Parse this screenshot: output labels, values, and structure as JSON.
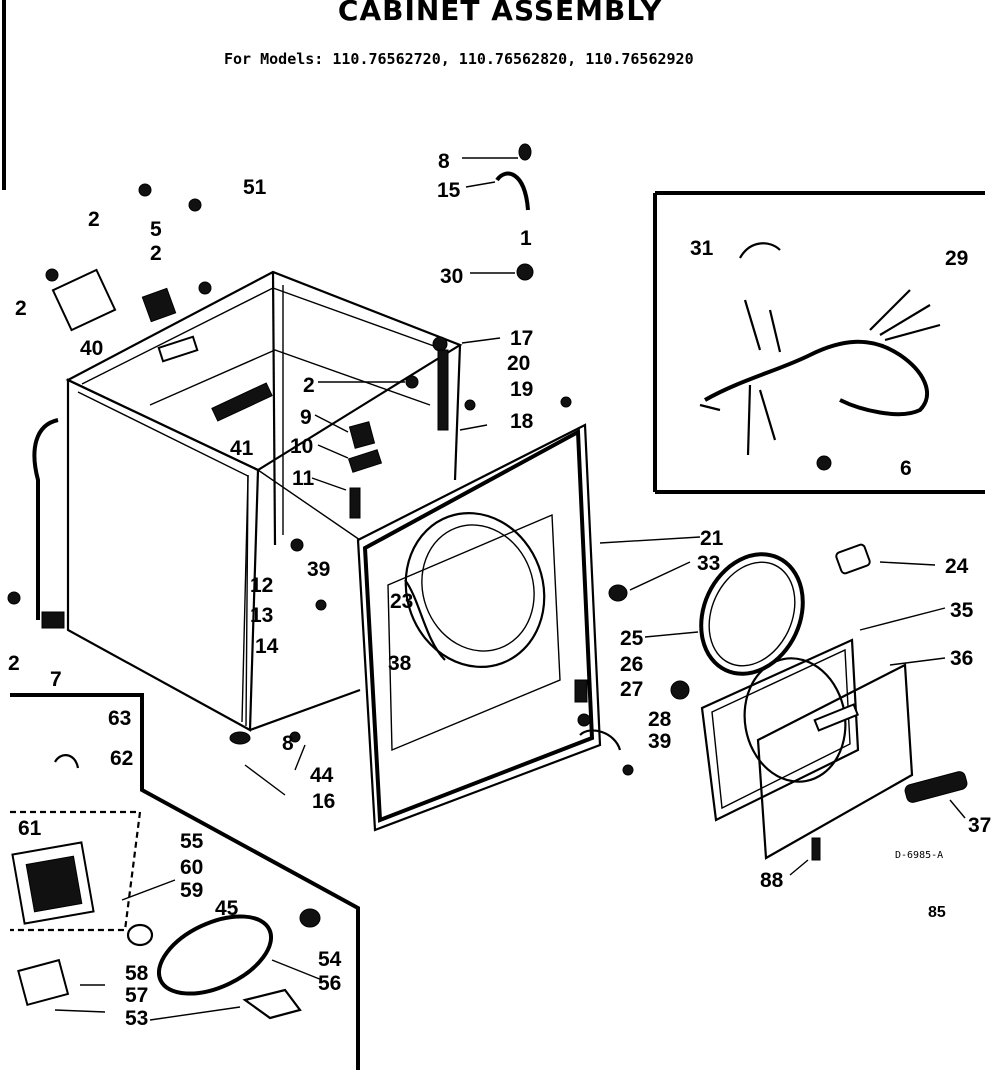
{
  "header": {
    "title": "CABINET ASSEMBLY",
    "models": "For Models: 110.76562720, 110.76562820, 110.76562920"
  },
  "footer": {
    "diagram_code": "D-6985-A",
    "page_number": "85"
  },
  "callouts": [
    {
      "id": "c8a",
      "text": "8"
    },
    {
      "id": "c15",
      "text": "15"
    },
    {
      "id": "c1",
      "text": "1"
    },
    {
      "id": "c30",
      "text": "30"
    },
    {
      "id": "c17",
      "text": "17"
    },
    {
      "id": "c20",
      "text": "20"
    },
    {
      "id": "c19",
      "text": "19"
    },
    {
      "id": "c18",
      "text": "18"
    },
    {
      "id": "c2a",
      "text": "2"
    },
    {
      "id": "c51",
      "text": "51"
    },
    {
      "id": "c5",
      "text": "5"
    },
    {
      "id": "c2b",
      "text": "2"
    },
    {
      "id": "c2c",
      "text": "2"
    },
    {
      "id": "c40",
      "text": "40"
    },
    {
      "id": "c2d",
      "text": "2"
    },
    {
      "id": "c9",
      "text": "9"
    },
    {
      "id": "c10",
      "text": "10"
    },
    {
      "id": "c11",
      "text": "11"
    },
    {
      "id": "c41",
      "text": "41"
    },
    {
      "id": "c12",
      "text": "12"
    },
    {
      "id": "c39a",
      "text": "39"
    },
    {
      "id": "c13",
      "text": "13"
    },
    {
      "id": "c14",
      "text": "14"
    },
    {
      "id": "c23",
      "text": "23"
    },
    {
      "id": "c38",
      "text": "38"
    },
    {
      "id": "c2e",
      "text": "2"
    },
    {
      "id": "c7",
      "text": "7"
    },
    {
      "id": "c8b",
      "text": "8"
    },
    {
      "id": "c44",
      "text": "44"
    },
    {
      "id": "c16",
      "text": "16"
    },
    {
      "id": "c21",
      "text": "21"
    },
    {
      "id": "c33",
      "text": "33"
    },
    {
      "id": "c24",
      "text": "24"
    },
    {
      "id": "c35",
      "text": "35"
    },
    {
      "id": "c36",
      "text": "36"
    },
    {
      "id": "c25",
      "text": "25"
    },
    {
      "id": "c26",
      "text": "26"
    },
    {
      "id": "c27",
      "text": "27"
    },
    {
      "id": "c28",
      "text": "28"
    },
    {
      "id": "c39b",
      "text": "39"
    },
    {
      "id": "c37",
      "text": "37"
    },
    {
      "id": "c88",
      "text": "88"
    },
    {
      "id": "c31",
      "text": "31"
    },
    {
      "id": "c29",
      "text": "29"
    },
    {
      "id": "c6",
      "text": "6"
    },
    {
      "id": "c63",
      "text": "63"
    },
    {
      "id": "c62",
      "text": "62"
    },
    {
      "id": "c61",
      "text": "61"
    },
    {
      "id": "c55",
      "text": "55"
    },
    {
      "id": "c60",
      "text": "60"
    },
    {
      "id": "c59",
      "text": "59"
    },
    {
      "id": "c45",
      "text": "45"
    },
    {
      "id": "c54",
      "text": "54"
    },
    {
      "id": "c56",
      "text": "56"
    },
    {
      "id": "c58",
      "text": "58"
    },
    {
      "id": "c57",
      "text": "57"
    },
    {
      "id": "c53",
      "text": "53"
    }
  ]
}
